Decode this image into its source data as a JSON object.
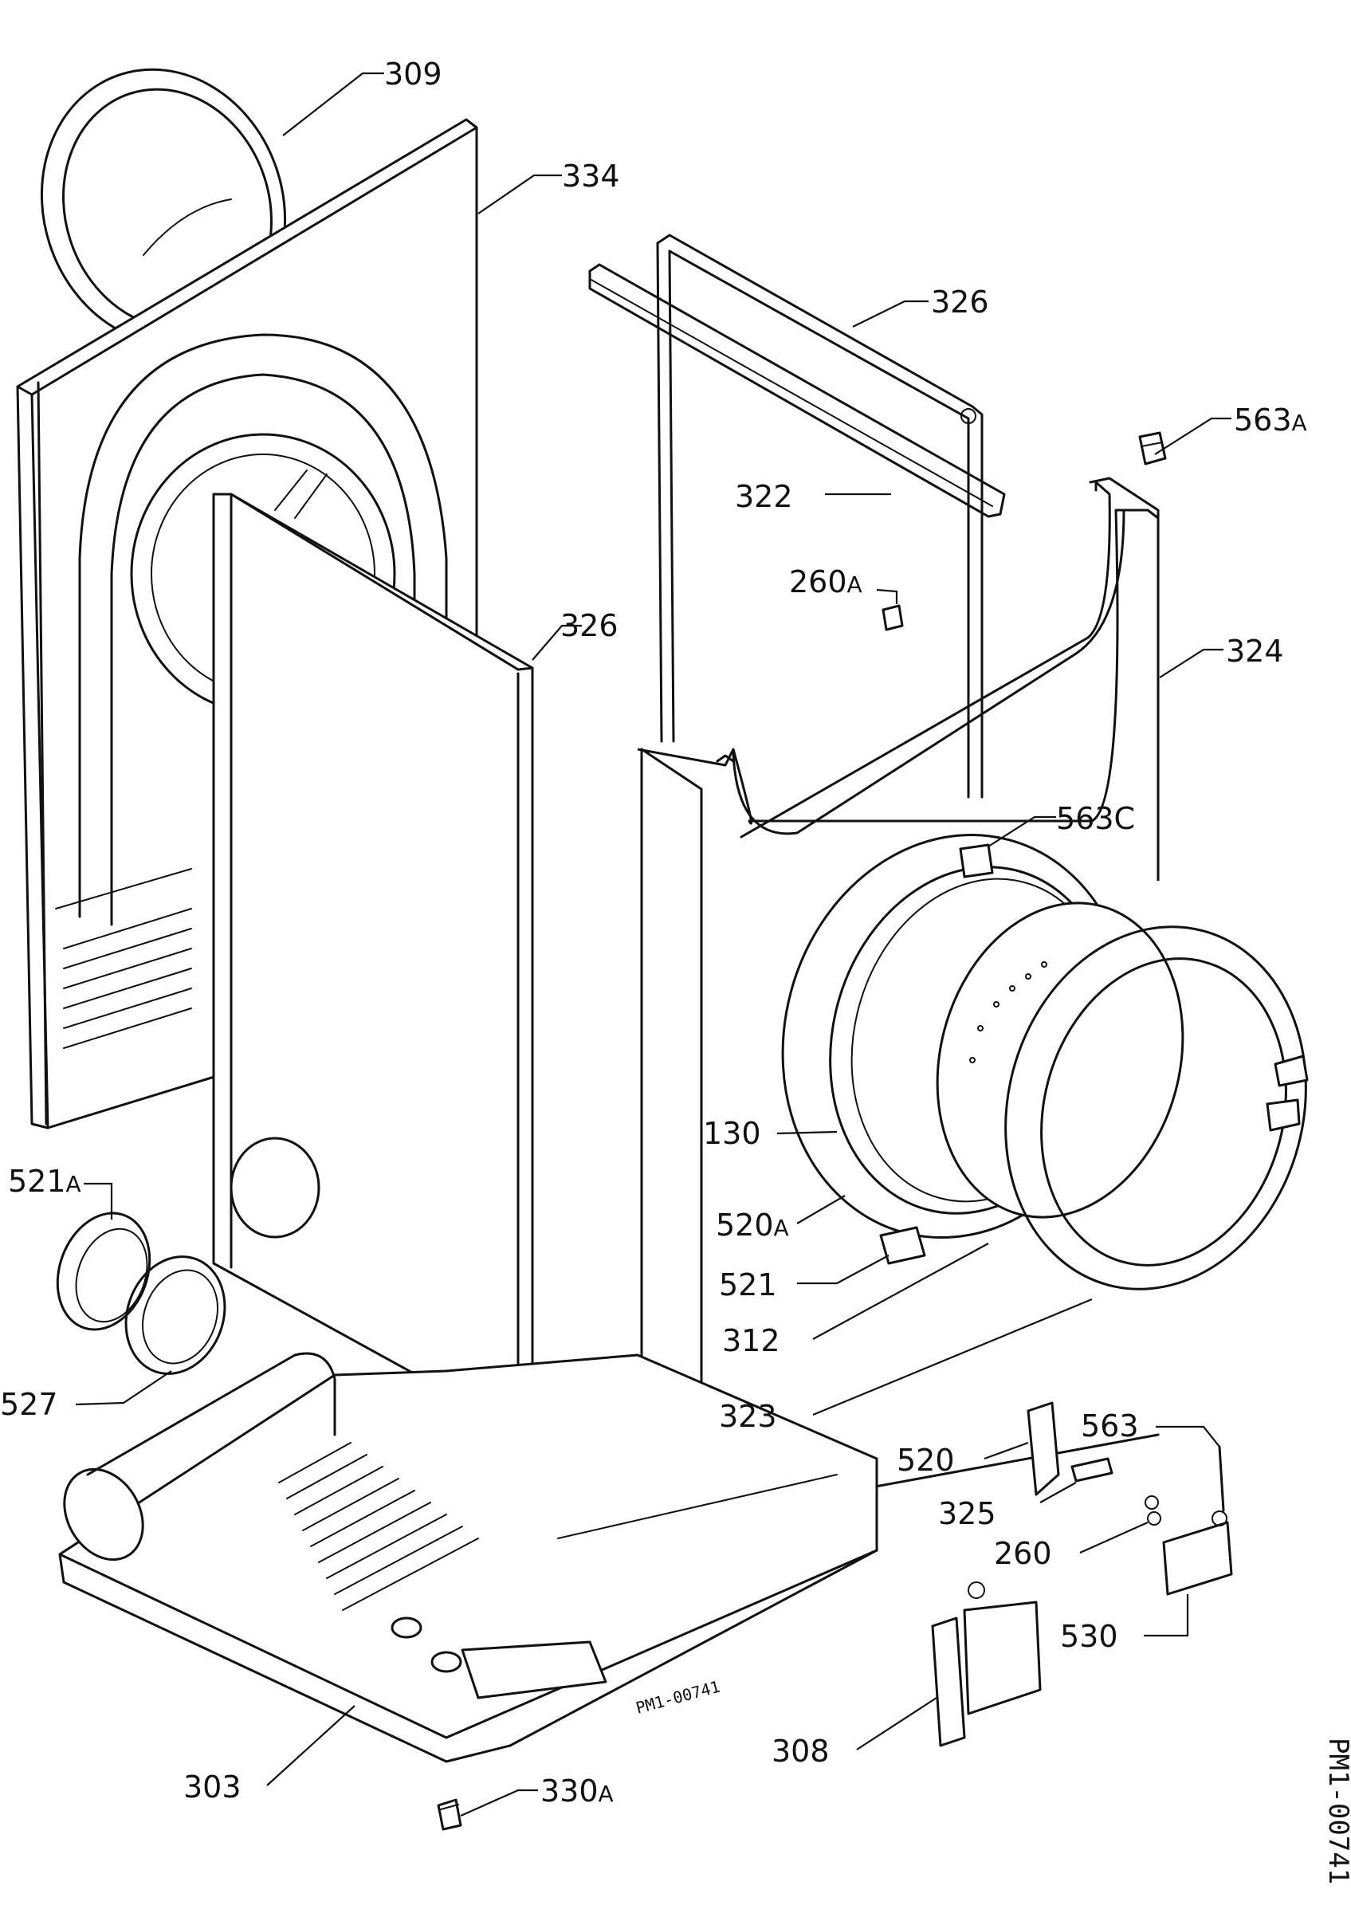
{
  "labels": {
    "l309": "309",
    "l334": "334",
    "l326a": "326",
    "l326b": "326",
    "l322": "322",
    "l563a_n": "563",
    "l563a_s": "A",
    "l260a_n": "260",
    "l260a_s": "A",
    "l324": "324",
    "l563c": "563C",
    "l130": "130",
    "l520a_n": "520",
    "l520a_s": "A",
    "l521a_n": "521",
    "l521a_s": "A",
    "l521": "521",
    "l312": "312",
    "l527": "527",
    "l323": "323",
    "l563": "563",
    "l520": "520",
    "l325": "325",
    "l260": "260",
    "l530": "530",
    "l308": "308",
    "l303": "303",
    "l330a_n": "330",
    "l330a_s": "A"
  },
  "stamp": "PM1-00741",
  "side_code": "PM1-00741"
}
